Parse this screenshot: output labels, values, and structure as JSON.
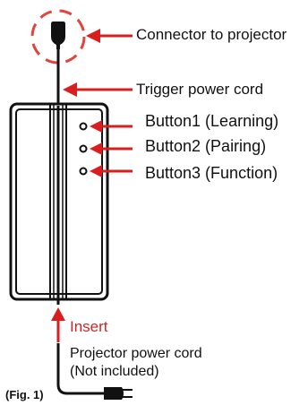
{
  "labels": {
    "connector": "Connector to projector",
    "trigger_cord": "Trigger power cord",
    "button1": "Button1 (Learning)",
    "button2": "Button2 (Pairing)",
    "button3": "Button3 (Function)",
    "insert": "Insert",
    "power_cord_line1": "Projector power cord",
    "power_cord_line2": "(Not included)",
    "figure": "(Fig. 1)"
  },
  "colors": {
    "arrow": "#d81e1e",
    "outline": "#111111",
    "insert_text": "#c8282a",
    "dashed_circle": "#e0443c"
  }
}
